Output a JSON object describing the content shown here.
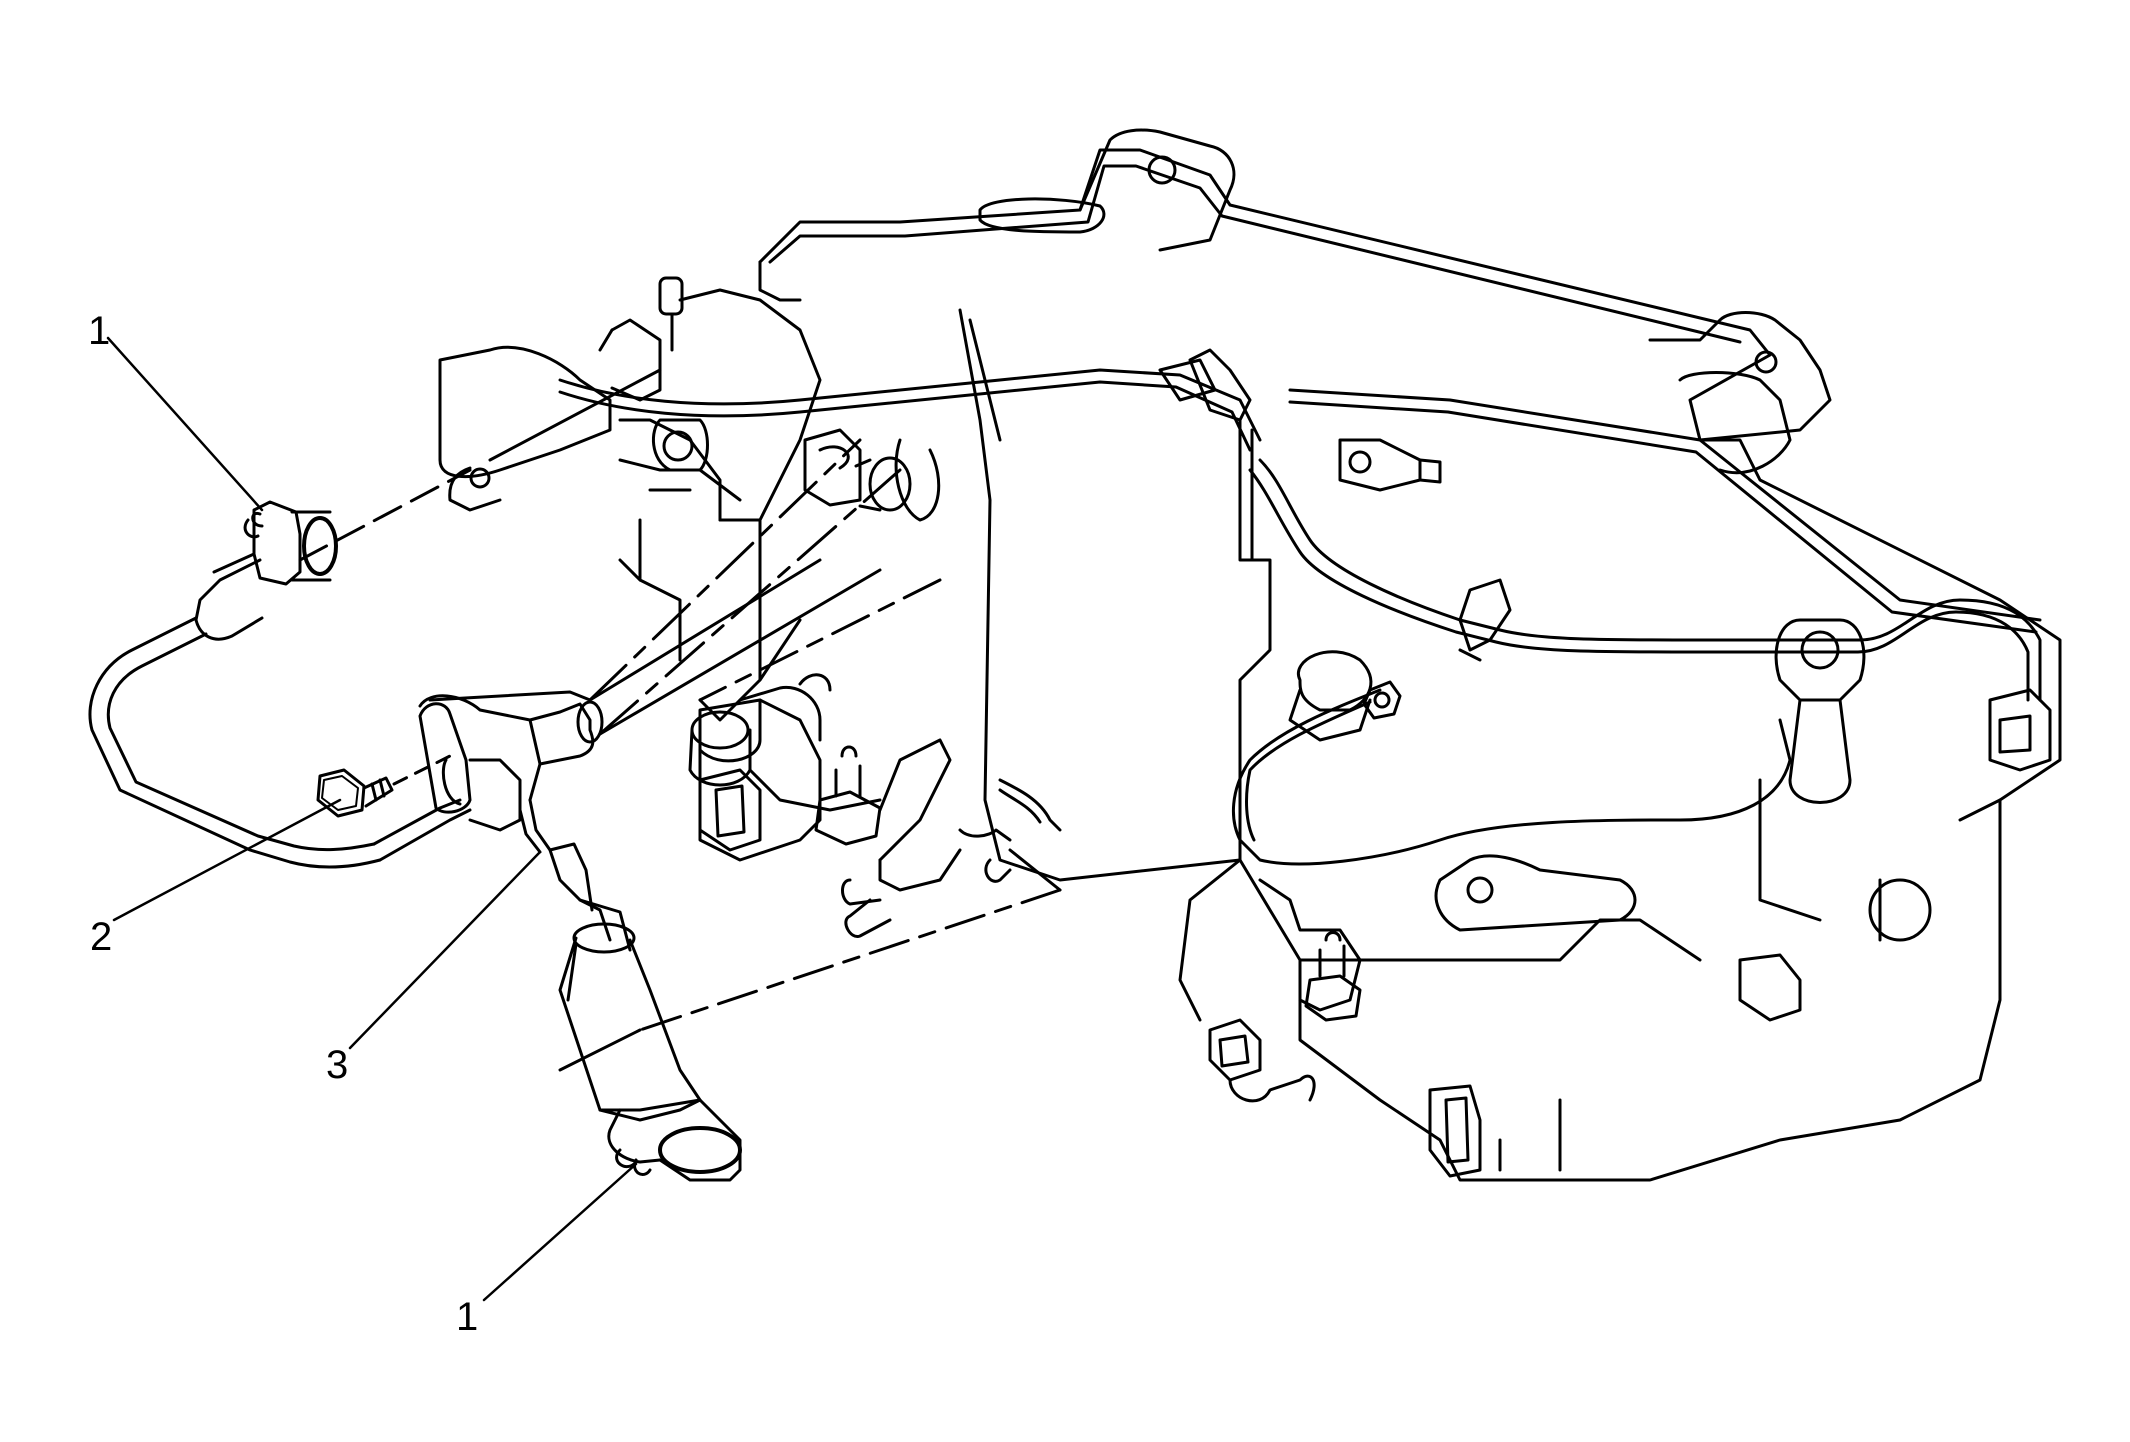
{
  "callouts": [
    {
      "id": "clamp-upper",
      "label": "1"
    },
    {
      "id": "bolt",
      "label": "2"
    },
    {
      "id": "hose-assembly",
      "label": "3"
    },
    {
      "id": "clamp-lower",
      "label": "1"
    }
  ],
  "colors": {
    "line": "#000000",
    "background": "#ffffff"
  }
}
